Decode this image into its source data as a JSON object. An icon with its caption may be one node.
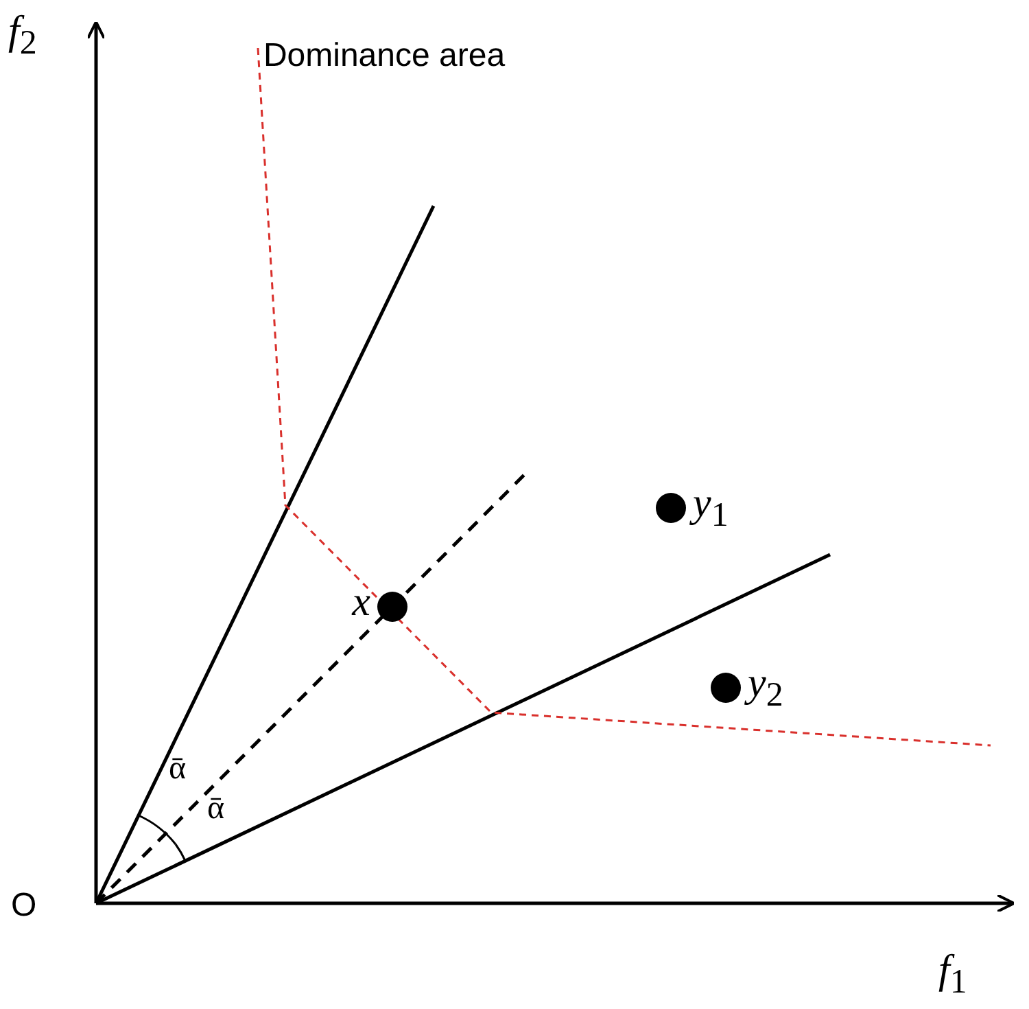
{
  "diagram": {
    "nodes": [
      {
        "text": [],
        "shape": "circle",
        "beside": [
          "*x*"
        ]
      },
      {
        "text": [],
        "shape": "circle",
        "beside": [
          "*y*$_{1}$"
        ]
      },
      {
        "text": [],
        "shape": "circle",
        "beside": [
          "*y*$_{2}$"
        ]
      }
    ],
    "labels": [
      "*f*$_{2}$",
      "Dominance area",
      "ᾱ",
      "ᾱ",
      "O",
      "*f*$_{1}$"
    ]
  }
}
